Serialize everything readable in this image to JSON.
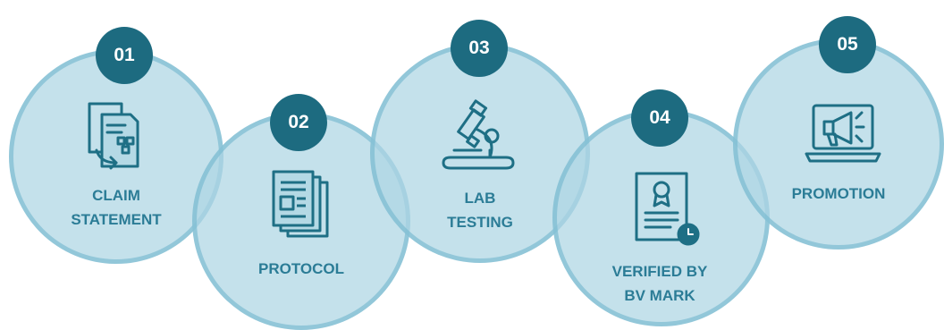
{
  "colors": {
    "circle_fill": "#b4d9e5",
    "circle_border": "#80bbd1",
    "badge": "#1d6b80",
    "label_text": "#2b7c96",
    "icon_stroke": "#1e6f85"
  },
  "steps": [
    {
      "number": "01",
      "label_lines": [
        "CLAIM",
        "STATEMENT"
      ],
      "icon": "claim-document-icon"
    },
    {
      "number": "02",
      "label_lines": [
        "PROTOCOL"
      ],
      "icon": "protocol-documents-icon"
    },
    {
      "number": "03",
      "label_lines": [
        "LAB",
        "TESTING"
      ],
      "icon": "microscope-icon"
    },
    {
      "number": "04",
      "label_lines": [
        "VERIFIED BY",
        "BV MARK"
      ],
      "icon": "certificate-icon"
    },
    {
      "number": "05",
      "label_lines": [
        "PROMOTION"
      ],
      "icon": "megaphone-laptop-icon"
    }
  ]
}
